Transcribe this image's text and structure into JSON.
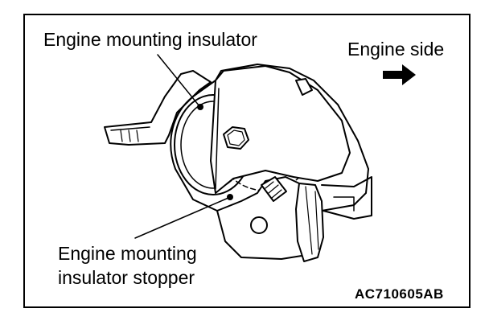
{
  "labels": {
    "insulator": "Engine mounting insulator",
    "engine_side": "Engine side",
    "stopper_line1": "Engine mounting",
    "stopper_line2": "insulator stopper",
    "figure_code": "AC710605AB"
  },
  "icons": {
    "direction_arrow": "right-arrow-icon"
  },
  "colors": {
    "ink": "#000000",
    "background": "#ffffff"
  }
}
